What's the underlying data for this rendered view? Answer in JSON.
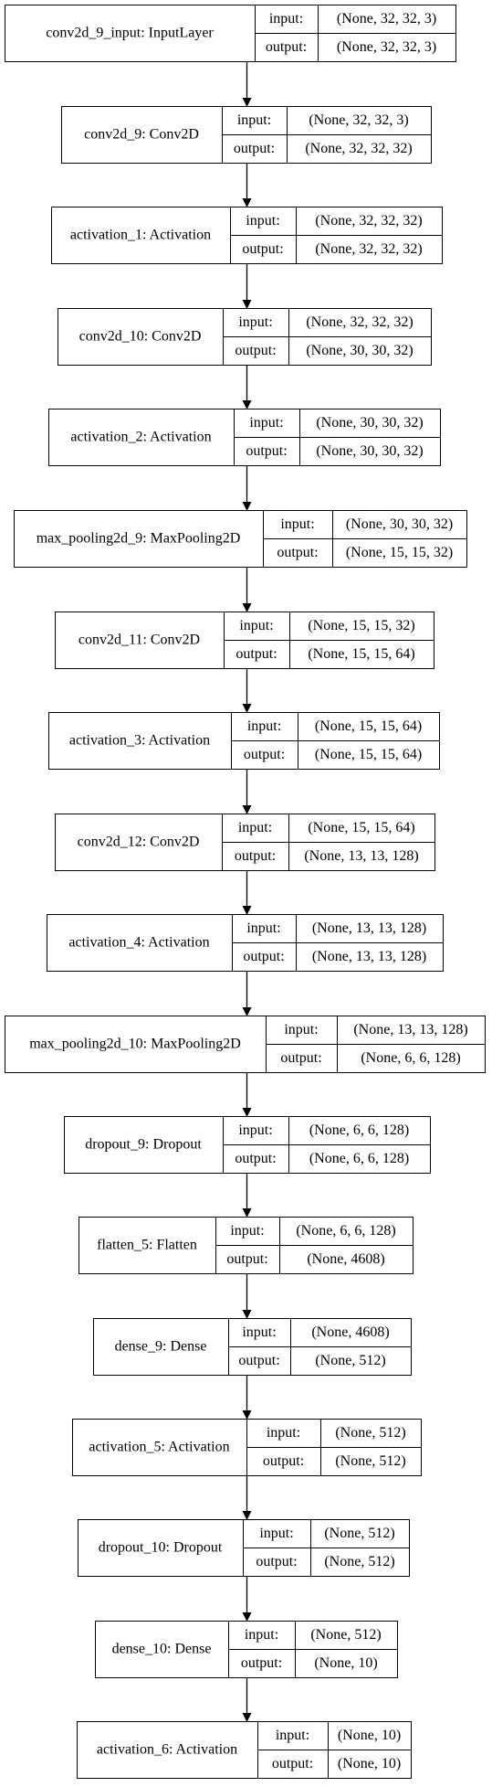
{
  "labels": {
    "input": "input:",
    "output": "output:"
  },
  "layers": [
    {
      "name": "conv2d_9_input: InputLayer",
      "input": "(None, 32, 32, 3)",
      "output": "(None, 32, 32, 3)"
    },
    {
      "name": "conv2d_9: Conv2D",
      "input": "(None, 32, 32, 3)",
      "output": "(None, 32, 32, 32)"
    },
    {
      "name": "activation_1: Activation",
      "input": "(None, 32, 32, 32)",
      "output": "(None, 32, 32, 32)"
    },
    {
      "name": "conv2d_10: Conv2D",
      "input": "(None, 32, 32, 32)",
      "output": "(None, 30, 30, 32)"
    },
    {
      "name": "activation_2: Activation",
      "input": "(None, 30, 30, 32)",
      "output": "(None, 30, 30, 32)"
    },
    {
      "name": "max_pooling2d_9: MaxPooling2D",
      "input": "(None, 30, 30, 32)",
      "output": "(None, 15, 15, 32)"
    },
    {
      "name": "conv2d_11: Conv2D",
      "input": "(None, 15, 15, 32)",
      "output": "(None, 15, 15, 64)"
    },
    {
      "name": "activation_3: Activation",
      "input": "(None, 15, 15, 64)",
      "output": "(None, 15, 15, 64)"
    },
    {
      "name": "conv2d_12: Conv2D",
      "input": "(None, 15, 15, 64)",
      "output": "(None, 13, 13, 128)"
    },
    {
      "name": "activation_4: Activation",
      "input": "(None, 13, 13, 128)",
      "output": "(None, 13, 13, 128)"
    },
    {
      "name": "max_pooling2d_10: MaxPooling2D",
      "input": "(None, 13, 13, 128)",
      "output": "(None, 6, 6, 128)"
    },
    {
      "name": "dropout_9: Dropout",
      "input": "(None, 6, 6, 128)",
      "output": "(None, 6, 6, 128)"
    },
    {
      "name": "flatten_5: Flatten",
      "input": "(None, 6, 6, 128)",
      "output": "(None, 4608)"
    },
    {
      "name": "dense_9: Dense",
      "input": "(None, 4608)",
      "output": "(None, 512)"
    },
    {
      "name": "activation_5: Activation",
      "input": "(None, 512)",
      "output": "(None, 512)"
    },
    {
      "name": "dropout_10: Dropout",
      "input": "(None, 512)",
      "output": "(None, 512)"
    },
    {
      "name": "dense_10: Dense",
      "input": "(None, 512)",
      "output": "(None, 10)"
    },
    {
      "name": "activation_6: Activation",
      "input": "(None, 10)",
      "output": "(None, 10)"
    }
  ]
}
